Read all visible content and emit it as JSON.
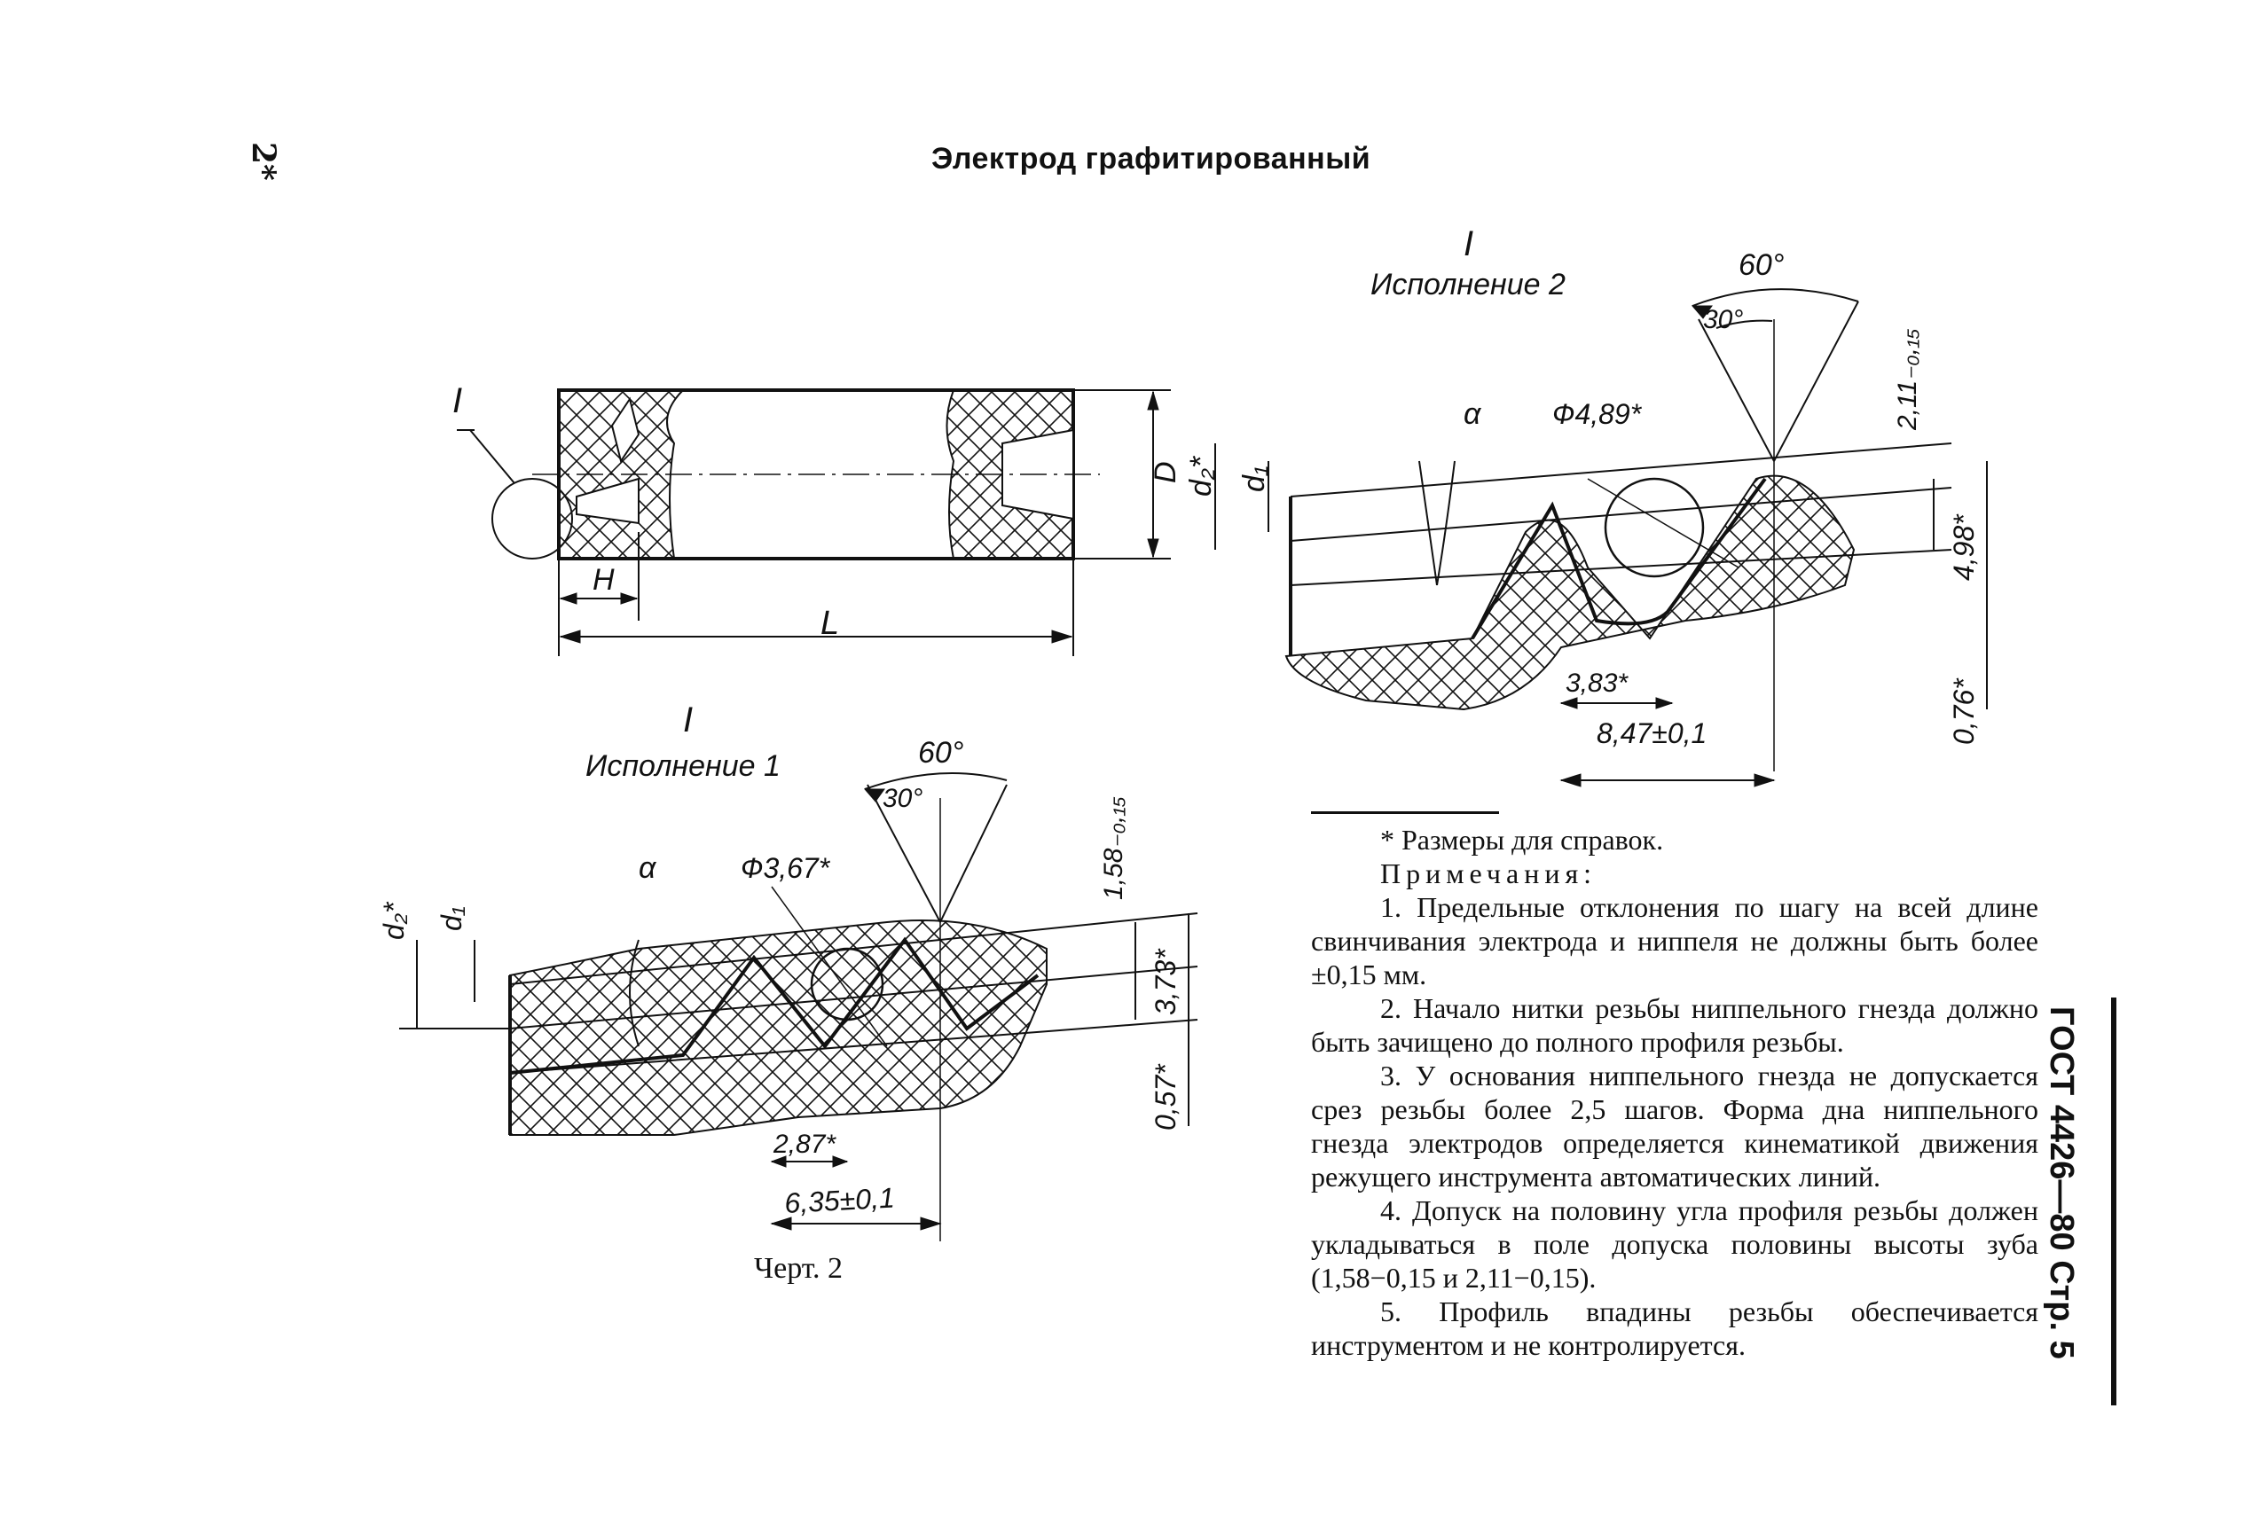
{
  "header": {
    "page_marker": "2*",
    "title": "Электрод графитированный"
  },
  "drawing": {
    "top_view": {
      "detail_mark": "I",
      "labels": {
        "H": "H",
        "L": "L",
        "D": "D",
        "d2": "d₂*",
        "d1": "d₁"
      }
    },
    "detail_2": {
      "mark": "I",
      "caption": "Исполнение 2",
      "angle_60": "60°",
      "angle_30": "30°",
      "alpha": "α",
      "diameter": "Ф4,89*",
      "height_tooth": "2,11₋₀,₁₅",
      "height_total": "4,98*",
      "gap": "0,76*",
      "pitch_half": "3,83*",
      "pitch": "8,47±0,1"
    },
    "detail_1": {
      "mark": "I",
      "caption": "Исполнение 1",
      "angle_60": "60°",
      "angle_30": "30°",
      "alpha": "α",
      "diameter": "Ф3,67*",
      "height_tooth": "1,58₋₀,₁₅",
      "height_total": "3,73*",
      "gap": "0,57*",
      "pitch_half": "2,87*",
      "pitch": "6,35±0,1",
      "d2": "d₂*",
      "d1": "d₁"
    },
    "caption": "Черт. 2"
  },
  "notes": {
    "reference": "* Размеры для справок.",
    "heading": "Примечания:",
    "items": [
      "1. Предельные отклонения по шагу на всей длине свинчивания электрода и ниппеля не должны быть более ±0,15 мм.",
      "2. Начало нитки резьбы ниппельного гнезда должно быть зачищено до полного профиля резьбы.",
      "3. У основания ниппельного гнезда не допускается срез резьбы более 2,5 шагов. Форма дна ниппельного гнезда электродов определяется кинематикой движения режущего инструмента автоматических линий.",
      "4. Допуск на половину угла профиля резьбы должен укладываться в поле допуска половины высоты зуба (1,58−0,15 и 2,11−0,15).",
      "5. Профиль впадины резьбы обеспечивается инструментом и не контролируется."
    ]
  },
  "side_label": "ГОСТ 4426—80 Стр. 5"
}
